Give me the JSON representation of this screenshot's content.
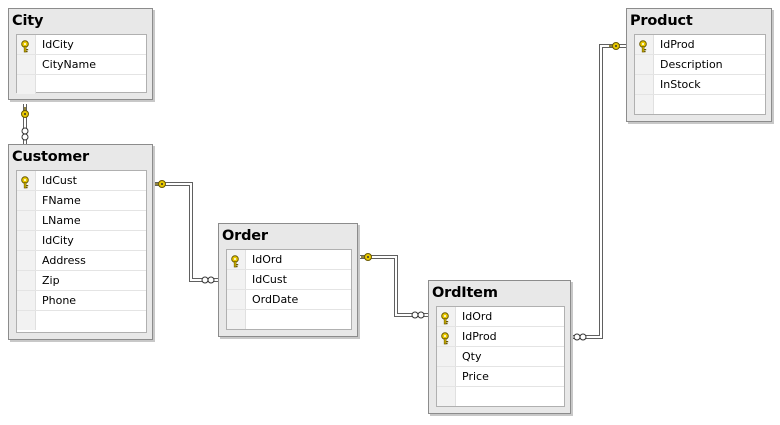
{
  "tables": [
    {
      "name": "City",
      "columns": [
        {
          "name": "IdCity",
          "key": true
        },
        {
          "name": "CityName",
          "key": false
        }
      ]
    },
    {
      "name": "Customer",
      "columns": [
        {
          "name": "IdCust",
          "key": true
        },
        {
          "name": "FName",
          "key": false
        },
        {
          "name": "LName",
          "key": false
        },
        {
          "name": "IdCity",
          "key": false
        },
        {
          "name": "Address",
          "key": false
        },
        {
          "name": "Zip",
          "key": false
        },
        {
          "name": "Phone",
          "key": false
        }
      ]
    },
    {
      "name": "Order",
      "columns": [
        {
          "name": "IdOrd",
          "key": true
        },
        {
          "name": "IdCust",
          "key": false
        },
        {
          "name": "OrdDate",
          "key": false
        }
      ]
    },
    {
      "name": "OrdItem",
      "columns": [
        {
          "name": "IdOrd",
          "key": true
        },
        {
          "name": "IdProd",
          "key": true
        },
        {
          "name": "Qty",
          "key": false
        },
        {
          "name": "Price",
          "key": false
        }
      ]
    },
    {
      "name": "Product",
      "columns": [
        {
          "name": "IdProd",
          "key": true
        },
        {
          "name": "Description",
          "key": false
        },
        {
          "name": "InStock",
          "key": false
        }
      ]
    }
  ],
  "relationships": [
    {
      "one": "City",
      "many": "Customer"
    },
    {
      "one": "Customer",
      "many": "Order"
    },
    {
      "one": "Order",
      "many": "OrdItem"
    },
    {
      "one": "Product",
      "many": "OrdItem"
    }
  ],
  "colors": {
    "key_icon": "#e8c800",
    "line": "#606060"
  },
  "icons": {
    "primary_key": "key-icon",
    "one_end": "key-end-icon",
    "many_end": "infinity-icon"
  }
}
